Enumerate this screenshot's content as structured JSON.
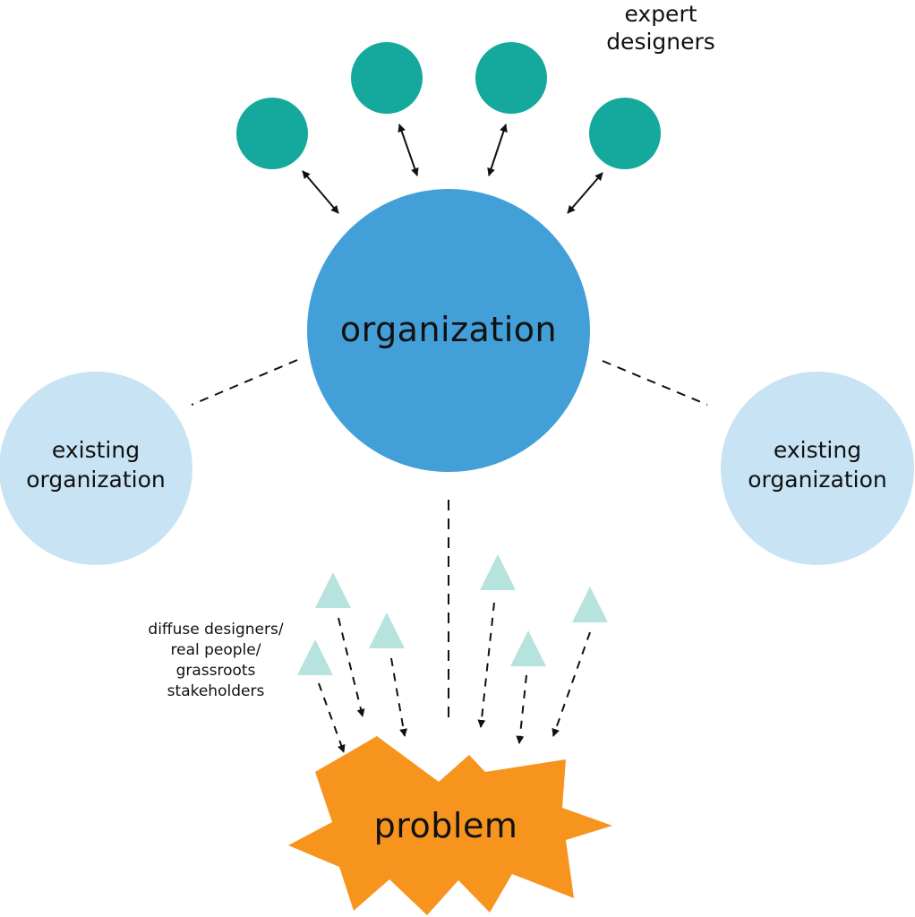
{
  "labels": {
    "center": "organization",
    "left_org_line1": "existing",
    "left_org_line2": "organization",
    "right_org_line1": "existing",
    "right_org_line2": "organization",
    "expert_line1": "expert",
    "expert_line2": "designers",
    "diffuse_line1": "diffuse designers/",
    "diffuse_line2": "real people/",
    "diffuse_line3": "grassroots",
    "diffuse_line4": "stakeholders",
    "problem": "problem"
  },
  "colors": {
    "organization": "#439fd8",
    "existing_organization": "#c8e3f3",
    "expert_designer": "#15a89c",
    "diffuse_designer": "#b6e3de",
    "problem": "#f7941d",
    "ink": "#111111"
  }
}
